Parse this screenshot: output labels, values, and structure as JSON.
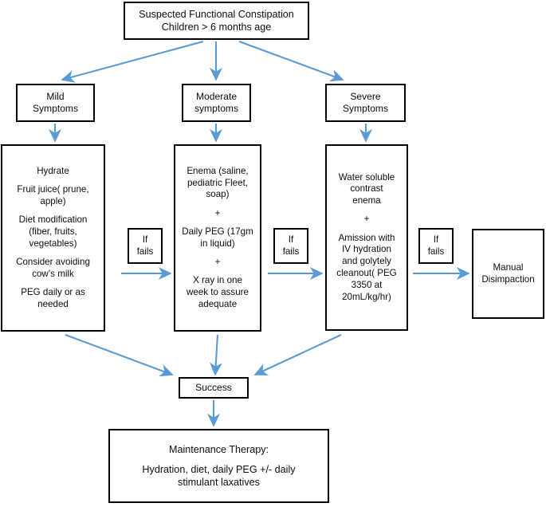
{
  "diagram": {
    "title": "Suspected Functional Constipation management algorithm",
    "arrow_color": "#5b9bd5",
    "box_border_color": "#000000",
    "text_color": "#0d0d0d",
    "background": "#ffffff"
  },
  "nodes": {
    "root": {
      "name": "suspected-functional-constipation",
      "lines": [
        "Suspected Functional Constipation",
        "Children > 6 months age"
      ]
    },
    "mild": {
      "name": "mild-symptoms",
      "lines": [
        "Mild",
        "Symptoms"
      ]
    },
    "moderate": {
      "name": "moderate-symptoms",
      "lines": [
        "Moderate",
        "symptoms"
      ]
    },
    "severe": {
      "name": "severe-symptoms",
      "lines": [
        "Severe",
        "Symptoms"
      ]
    },
    "mild_treatment": {
      "name": "mild-treatment",
      "blocks": [
        [
          "Hydrate"
        ],
        [
          "Fruit juice( prune,",
          "apple)"
        ],
        [
          "Diet modification",
          "(fiber, fruits,",
          "vegetables)"
        ],
        [
          "Consider avoiding",
          "cow’s milk"
        ],
        [
          "PEG daily or as",
          "needed"
        ]
      ]
    },
    "moderate_treatment": {
      "name": "moderate-treatment",
      "blocks": [
        [
          "Enema (saline,",
          "pediatric Fleet,",
          "soap)"
        ],
        [
          "+"
        ],
        [
          "Daily PEG (17gm",
          "in liquid)"
        ],
        [
          "+"
        ],
        [
          "X ray in one",
          "week to assure",
          "adequate"
        ]
      ]
    },
    "severe_treatment": {
      "name": "severe-treatment",
      "blocks": [
        [
          "Water soluble",
          "contrast",
          "enema"
        ],
        [
          "+"
        ],
        [
          "Amission with",
          "IV hydration",
          "and golytely",
          "cleanout( PEG",
          "3350 at",
          "20mL/kg/hr)"
        ]
      ]
    },
    "if_fails_1": {
      "name": "if-fails-mild",
      "lines": [
        "If",
        "fails"
      ]
    },
    "if_fails_2": {
      "name": "if-fails-moderate",
      "lines": [
        "If",
        "fails"
      ]
    },
    "if_fails_3": {
      "name": "if-fails-severe",
      "lines": [
        "If",
        "fails"
      ]
    },
    "manual": {
      "name": "manual-disimpaction",
      "lines": [
        "Manual",
        "Disimpaction"
      ]
    },
    "success": {
      "name": "success",
      "lines": [
        "Success"
      ]
    },
    "maintenance": {
      "name": "maintenance-therapy",
      "blocks": [
        [
          "Maintenance Therapy:"
        ],
        [
          "Hydration, diet, daily PEG +/- daily",
          "stimulant laxatives"
        ]
      ]
    }
  },
  "edges": [
    {
      "name": "root-to-mild",
      "from": "root",
      "to": "mild"
    },
    {
      "name": "root-to-moderate",
      "from": "root",
      "to": "moderate"
    },
    {
      "name": "root-to-severe",
      "from": "root",
      "to": "severe"
    },
    {
      "name": "mild-to-mild-treatment",
      "from": "mild",
      "to": "mild_treatment"
    },
    {
      "name": "moderate-to-moderate-treatment",
      "from": "moderate",
      "to": "moderate_treatment"
    },
    {
      "name": "severe-to-severe-treatment",
      "from": "severe",
      "to": "severe_treatment"
    },
    {
      "name": "mild-treatment-to-moderate-treatment",
      "from": "if_fails_1",
      "to": "moderate_treatment"
    },
    {
      "name": "moderate-treatment-to-severe-treatment",
      "from": "if_fails_2",
      "to": "severe_treatment"
    },
    {
      "name": "severe-treatment-to-manual",
      "from": "if_fails_3",
      "to": "manual"
    },
    {
      "name": "mild-treatment-to-success",
      "from": "mild_treatment",
      "to": "success"
    },
    {
      "name": "moderate-treatment-to-success",
      "from": "moderate_treatment",
      "to": "success"
    },
    {
      "name": "severe-treatment-to-success",
      "from": "severe_treatment",
      "to": "success"
    },
    {
      "name": "success-to-maintenance",
      "from": "success",
      "to": "maintenance"
    }
  ]
}
